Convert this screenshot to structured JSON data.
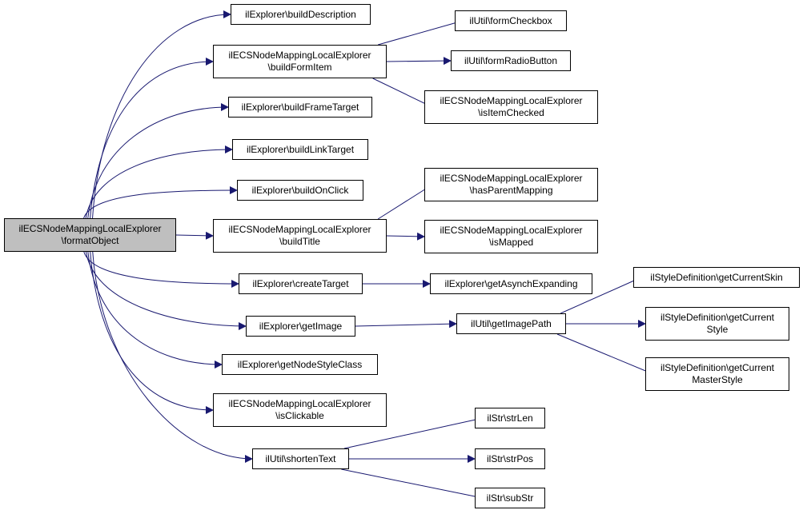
{
  "diagram": {
    "nodes": [
      {
        "id": "root",
        "lines": [
          "ilECSNodeMappingLocalExplorer",
          "\\formatObject"
        ],
        "highlight": true
      },
      {
        "id": "n_builddesc",
        "lines": [
          "ilExplorer\\buildDescription"
        ]
      },
      {
        "id": "n_buildformitem",
        "lines": [
          "ilECSNodeMappingLocalExplorer",
          "\\buildFormItem"
        ]
      },
      {
        "id": "n_buildframetarget",
        "lines": [
          "ilExplorer\\buildFrameTarget"
        ]
      },
      {
        "id": "n_buildlinktarget",
        "lines": [
          "ilExplorer\\buildLinkTarget"
        ]
      },
      {
        "id": "n_buildonclick",
        "lines": [
          "ilExplorer\\buildOnClick"
        ]
      },
      {
        "id": "n_buildtitle",
        "lines": [
          "ilECSNodeMappingLocalExplorer",
          "\\buildTitle"
        ]
      },
      {
        "id": "n_createtarget",
        "lines": [
          "ilExplorer\\createTarget"
        ]
      },
      {
        "id": "n_getimage",
        "lines": [
          "ilExplorer\\getImage"
        ]
      },
      {
        "id": "n_getnodestyle",
        "lines": [
          "ilExplorer\\getNodeStyleClass"
        ]
      },
      {
        "id": "n_isclickable",
        "lines": [
          "ilECSNodeMappingLocalExplorer",
          "\\isClickable"
        ]
      },
      {
        "id": "n_shortentext",
        "lines": [
          "ilUtil\\shortenText"
        ]
      },
      {
        "id": "n_formcheckbox",
        "lines": [
          "ilUtil\\formCheckbox"
        ]
      },
      {
        "id": "n_formradio",
        "lines": [
          "ilUtil\\formRadioButton"
        ]
      },
      {
        "id": "n_isitemchecked",
        "lines": [
          "ilECSNodeMappingLocalExplorer",
          "\\isItemChecked"
        ]
      },
      {
        "id": "n_hasparent",
        "lines": [
          "ilECSNodeMappingLocalExplorer",
          "\\hasParentMapping"
        ]
      },
      {
        "id": "n_ismapped",
        "lines": [
          "ilECSNodeMappingLocalExplorer",
          "\\isMapped"
        ]
      },
      {
        "id": "n_getasynch",
        "lines": [
          "ilExplorer\\getAsynchExpanding"
        ]
      },
      {
        "id": "n_getimagepath",
        "lines": [
          "ilUtil\\getImagePath"
        ]
      },
      {
        "id": "n_strlen",
        "lines": [
          "ilStr\\strLen"
        ]
      },
      {
        "id": "n_strpos",
        "lines": [
          "ilStr\\strPos"
        ]
      },
      {
        "id": "n_substr",
        "lines": [
          "ilStr\\subStr"
        ]
      },
      {
        "id": "n_getcurrentskin",
        "lines": [
          "ilStyleDefinition\\getCurrentSkin"
        ]
      },
      {
        "id": "n_getcurrentstyle",
        "lines": [
          "ilStyleDefinition\\getCurrent",
          "Style"
        ]
      },
      {
        "id": "n_getcurrentmaster",
        "lines": [
          "ilStyleDefinition\\getCurrent",
          "MasterStyle"
        ]
      }
    ],
    "edges": [
      {
        "from": "root",
        "to": "n_builddesc"
      },
      {
        "from": "root",
        "to": "n_buildformitem"
      },
      {
        "from": "root",
        "to": "n_buildframetarget"
      },
      {
        "from": "root",
        "to": "n_buildlinktarget"
      },
      {
        "from": "root",
        "to": "n_buildonclick"
      },
      {
        "from": "root",
        "to": "n_buildtitle"
      },
      {
        "from": "root",
        "to": "n_createtarget"
      },
      {
        "from": "root",
        "to": "n_getimage"
      },
      {
        "from": "root",
        "to": "n_getnodestyle"
      },
      {
        "from": "root",
        "to": "n_isclickable"
      },
      {
        "from": "root",
        "to": "n_shortentext"
      },
      {
        "from": "n_buildformitem",
        "to": "n_formcheckbox"
      },
      {
        "from": "n_buildformitem",
        "to": "n_formradio"
      },
      {
        "from": "n_buildformitem",
        "to": "n_isitemchecked"
      },
      {
        "from": "n_buildtitle",
        "to": "n_hasparent"
      },
      {
        "from": "n_buildtitle",
        "to": "n_ismapped"
      },
      {
        "from": "n_createtarget",
        "to": "n_getasynch"
      },
      {
        "from": "n_getimage",
        "to": "n_getimagepath"
      },
      {
        "from": "n_getimagepath",
        "to": "n_getcurrentskin"
      },
      {
        "from": "n_getimagepath",
        "to": "n_getcurrentstyle"
      },
      {
        "from": "n_getimagepath",
        "to": "n_getcurrentmaster"
      },
      {
        "from": "n_shortentext",
        "to": "n_strlen"
      },
      {
        "from": "n_shortentext",
        "to": "n_strpos"
      },
      {
        "from": "n_shortentext",
        "to": "n_substr"
      }
    ],
    "colors": {
      "edge": "#191970",
      "root_fill": "#bfbfbf",
      "node_fill": "#ffffff",
      "border": "#000000"
    }
  }
}
